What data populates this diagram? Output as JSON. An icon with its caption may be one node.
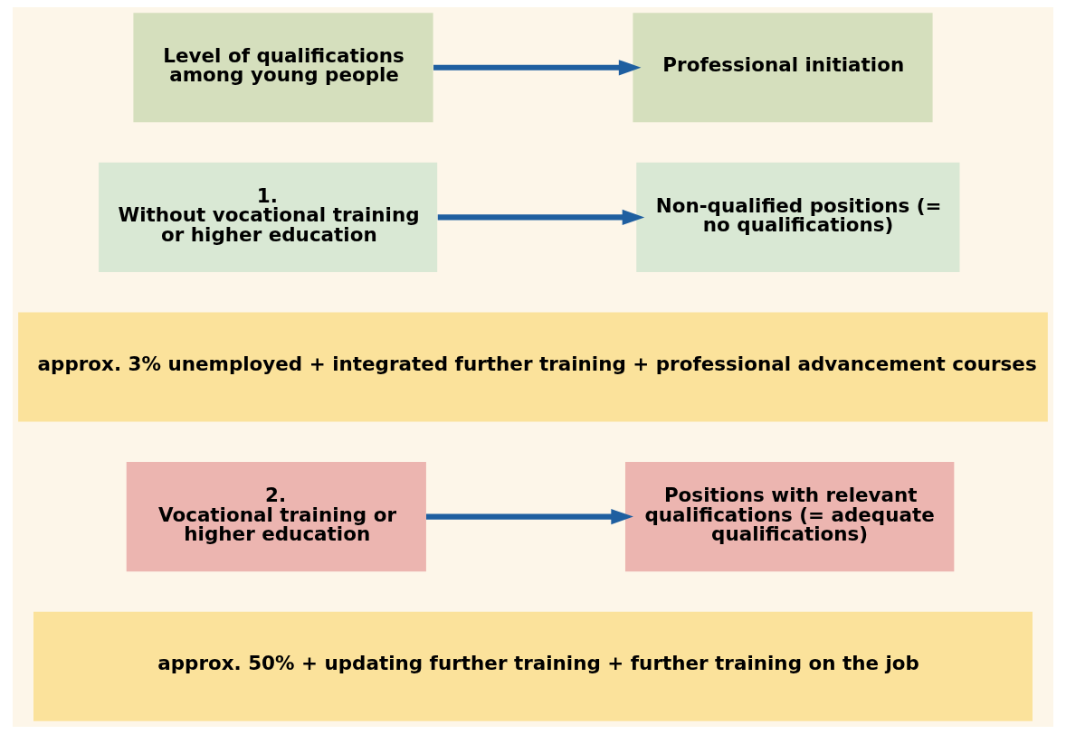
{
  "diagram": {
    "nodes": [
      {
        "text": [
          "Level of qualifications among young people"
        ]
      },
      {
        "text": [
          "Professional initiation"
        ]
      },
      {
        "text": [
          "1.",
          "Without vocational training or higher education"
        ]
      },
      {
        "text": [
          "Non-qualified positions (= no qualifications)"
        ]
      },
      {
        "text": [
          "approx. 3% unemployed + integrated further training + professional advancement courses"
        ]
      },
      {
        "text": [
          "2.",
          "Vocational training or higher education"
        ]
      },
      {
        "text": [
          "Positions with relevant qualifications (= adequate qualifications)"
        ]
      },
      {
        "text": [
          "approx. 50% + updating further training + further training on the job"
        ]
      }
    ],
    "edges": [
      {
        "from": 0,
        "to": 1,
        "arrow": "to"
      },
      {
        "from": 2,
        "to": 3,
        "arrow": "to"
      },
      {
        "from": 5,
        "to": 6,
        "arrow": "to"
      }
    ]
  }
}
